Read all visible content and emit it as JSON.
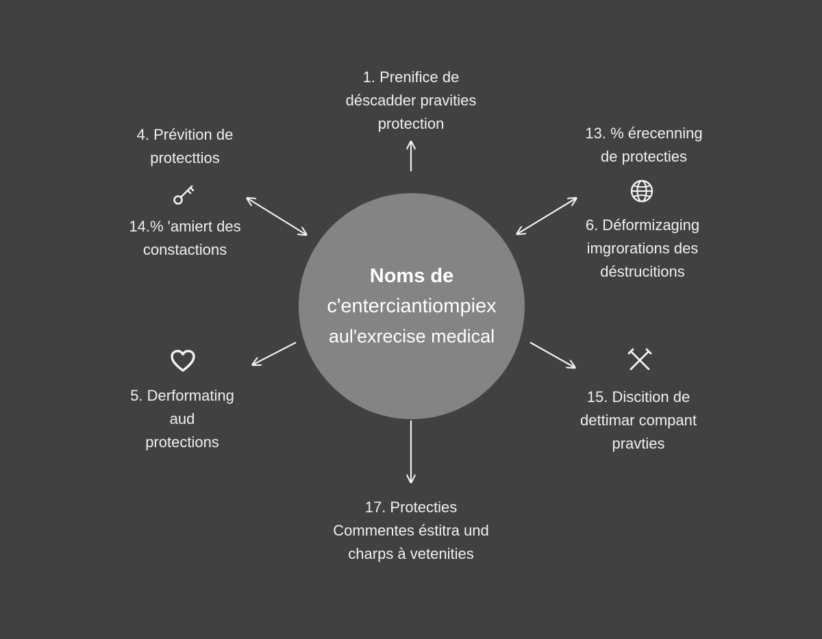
{
  "center": {
    "lines": [
      "Noms de",
      "c'enterciantiompiex",
      "aul'exrecise medical"
    ]
  },
  "nodes": {
    "top": {
      "lines": [
        "1. Prenifice de",
        "déscadder pravities",
        "protection"
      ]
    },
    "top_left": {
      "lines": [
        "4. Prévition de",
        "protecttios"
      ]
    },
    "top_right": {
      "lines": [
        "13. % érecenning",
        "de protecties"
      ]
    },
    "mid_left": {
      "lines": [
        "14.% 'amiert des",
        "constactions"
      ]
    },
    "mid_right": {
      "lines": [
        "6. Déformizaging",
        "imgrorations des",
        "déstrucitions"
      ]
    },
    "bottom_left": {
      "lines": [
        "5. Derformating",
        "aud",
        "protections"
      ]
    },
    "bottom_right": {
      "lines": [
        "15. Discition de",
        "dettimar compant",
        "pravties"
      ]
    },
    "bottom": {
      "lines": [
        "17. Protecties",
        "Commentes éstitra und",
        "charps à vetenities"
      ]
    }
  },
  "icons": {
    "top_left": "key-icon",
    "top_right": "globe-icon",
    "bottom_left": "heart-icon",
    "bottom_right": "crossed-tools-icon"
  },
  "colors": {
    "background": "#414141",
    "hub": "#848484",
    "text": "#f0f0f0",
    "arrow": "#f2f2f2"
  }
}
